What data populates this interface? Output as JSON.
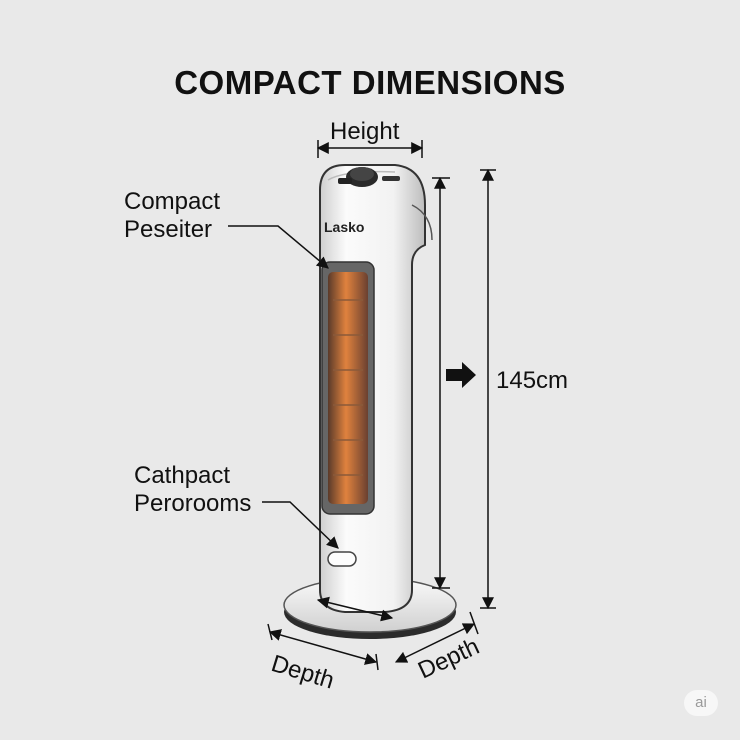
{
  "title": "COMPACT DIMENSIONS",
  "labels": {
    "height": "Height",
    "callout_top_line1": "Compact",
    "callout_top_line2": "Peseiter",
    "callout_bottom_line1": "Cathpact",
    "callout_bottom_line2": "Perorooms",
    "height_value": "145cm",
    "depth_left": "Depth",
    "depth_right": "Depth"
  },
  "brand": "Lasko",
  "watermark": "ai",
  "colors": {
    "background": "#e9e9e9",
    "body": "#f4f4f4",
    "element": "#d97a3a",
    "line": "#111111"
  }
}
